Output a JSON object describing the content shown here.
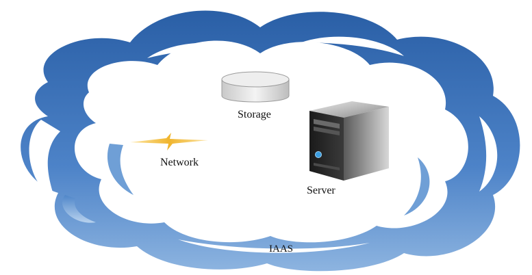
{
  "diagram": {
    "labels": {
      "storage": "Storage",
      "network": "Network",
      "server": "Server",
      "iaas": "IAAS"
    },
    "icons": {
      "storage": "storage-disk-icon",
      "network": "lightning-bolt-icon",
      "server": "server-tower-icon"
    },
    "colors": {
      "cloud_dark": "#2f63a8",
      "cloud_mid": "#5a8ccc",
      "cloud_light": "#a9c6e8",
      "bolt": "#f0b52e",
      "server_body": "#1c1c1c",
      "server_led": "#3a9de0"
    }
  }
}
